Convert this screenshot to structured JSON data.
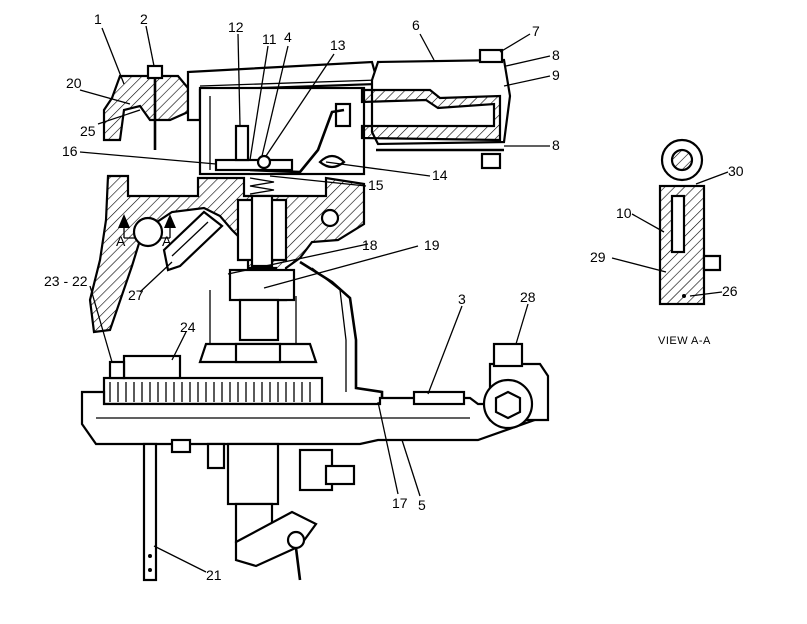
{
  "diagram": {
    "callouts": [
      {
        "id": "1",
        "text": "1"
      },
      {
        "id": "2",
        "text": "2"
      },
      {
        "id": "12",
        "text": "12"
      },
      {
        "id": "11",
        "text": "11"
      },
      {
        "id": "4",
        "text": "4"
      },
      {
        "id": "13",
        "text": "13"
      },
      {
        "id": "6",
        "text": "6"
      },
      {
        "id": "7",
        "text": "7"
      },
      {
        "id": "8a",
        "text": "8"
      },
      {
        "id": "9",
        "text": "9"
      },
      {
        "id": "20",
        "text": "20"
      },
      {
        "id": "25",
        "text": "25"
      },
      {
        "id": "16",
        "text": "16"
      },
      {
        "id": "8b",
        "text": "8"
      },
      {
        "id": "14",
        "text": "14"
      },
      {
        "id": "15",
        "text": "15"
      },
      {
        "id": "18",
        "text": "18"
      },
      {
        "id": "19",
        "text": "19"
      },
      {
        "id": "27",
        "text": "27"
      },
      {
        "id": "23-22",
        "text": "23 - 22"
      },
      {
        "id": "24",
        "text": "24"
      },
      {
        "id": "3",
        "text": "3"
      },
      {
        "id": "28",
        "text": "28"
      },
      {
        "id": "17",
        "text": "17"
      },
      {
        "id": "5",
        "text": "5"
      },
      {
        "id": "21",
        "text": "21"
      },
      {
        "id": "30",
        "text": "30"
      },
      {
        "id": "10",
        "text": "10"
      },
      {
        "id": "29",
        "text": "29"
      },
      {
        "id": "26",
        "text": "26"
      }
    ],
    "section_marks": {
      "left": "A",
      "right": "A"
    },
    "view_caption": "VIEW  A-A"
  }
}
